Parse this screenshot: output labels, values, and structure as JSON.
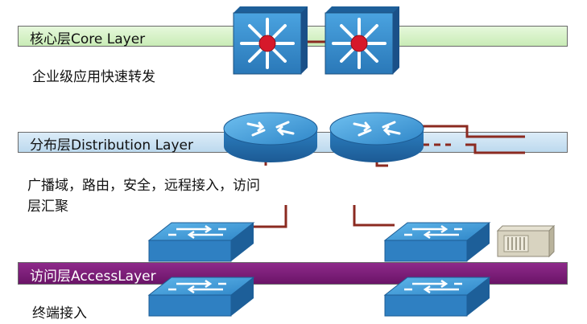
{
  "core": {
    "label": "核心层Core Layer",
    "description": "企业级应用快速转发"
  },
  "distribution": {
    "label": "分布层Distribution Layer",
    "description_line1": "广播域，路由，安全，远程接入，访问",
    "description_line2": "层汇聚"
  },
  "access": {
    "label": "访问层AccessLayer",
    "description": "终端接入"
  },
  "colors": {
    "core_bar": "#c9ecb6",
    "distribution_bar": "#bcd9ee",
    "access_bar": "#7a1a76",
    "device_blue": "#3d8fd0",
    "link_red": "#8b2a20"
  },
  "icons": [
    "layer3-switch-icon",
    "router-icon",
    "workgroup-switch-icon",
    "server-icon"
  ]
}
